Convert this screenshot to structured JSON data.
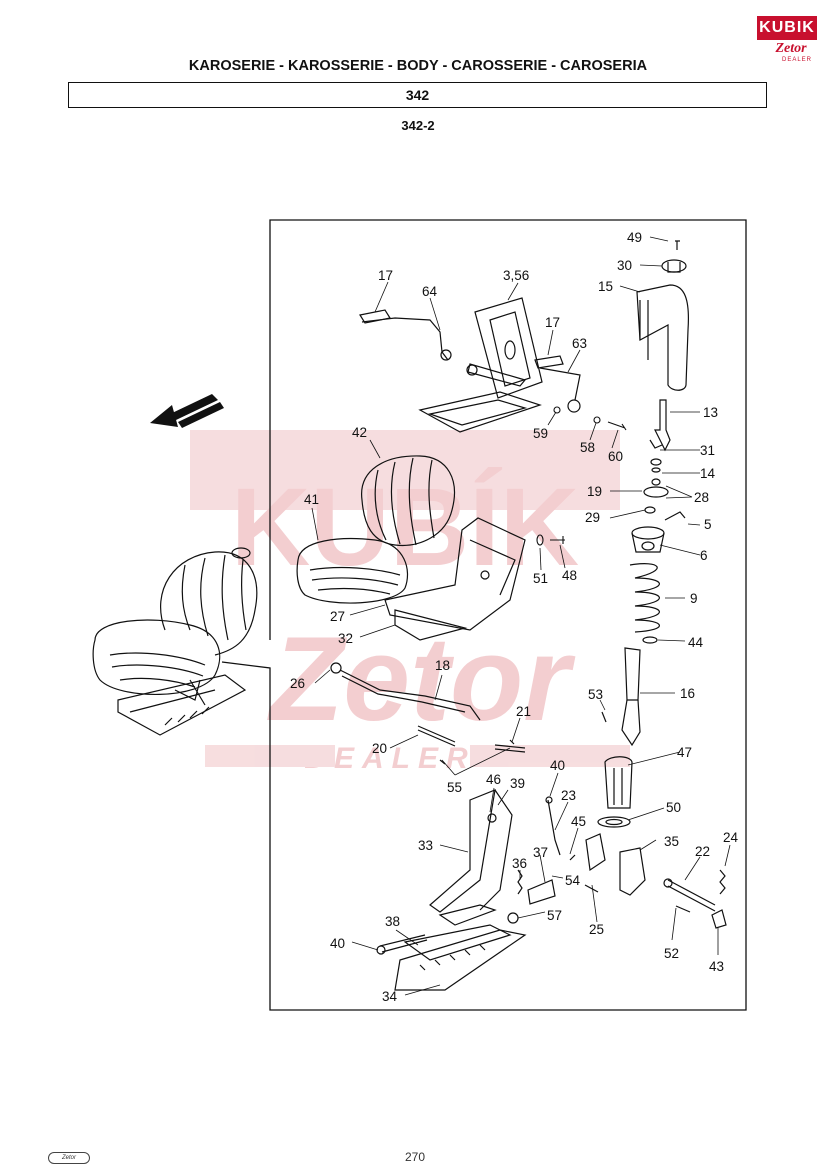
{
  "logo": {
    "top": "KUBIK",
    "middle": "Zetor",
    "sub": "DEALER"
  },
  "header": {
    "title": "KAROSERIE - KAROSSERIE - BODY - CAROSSERIE - CAROSERIA",
    "section": "342",
    "subsection": "342-2"
  },
  "watermark": {
    "main": "KUBÍK",
    "brand": "Zetor",
    "sub": "DEALER"
  },
  "colors": {
    "watermark": "#f2c9cc",
    "logo": "#c8102e",
    "ink": "#111111"
  },
  "labels": {
    "l49": "49",
    "l30": "30",
    "l15": "15",
    "l17a": "17",
    "l64": "64",
    "l356": "3,56",
    "l17b": "17",
    "l63": "63",
    "l13": "13",
    "l59": "59",
    "l58": "58",
    "l60": "60",
    "l31": "31",
    "l14": "14",
    "l42": "42",
    "l19": "19",
    "l28": "28",
    "l29": "29",
    "l5": "5",
    "l41": "41",
    "l6": "6",
    "l51": "51",
    "l48": "48",
    "l9": "9",
    "l27": "27",
    "l32": "32",
    "l44": "44",
    "l18": "18",
    "l26": "26",
    "l16": "16",
    "l53": "53",
    "l21": "21",
    "l20": "20",
    "l47": "47",
    "l55": "55",
    "l40a": "40",
    "l46": "46",
    "l39": "39",
    "l23": "23",
    "l50": "50",
    "l45": "45",
    "l35": "35",
    "l24": "24",
    "l33": "33",
    "l37": "37",
    "l22": "22",
    "l36": "36",
    "l54": "54",
    "l57": "57",
    "l25": "25",
    "l38": "38",
    "l40b": "40",
    "l52": "52",
    "l43": "43",
    "l34": "34"
  },
  "footer": {
    "page": "270",
    "logo": "Zetor"
  }
}
